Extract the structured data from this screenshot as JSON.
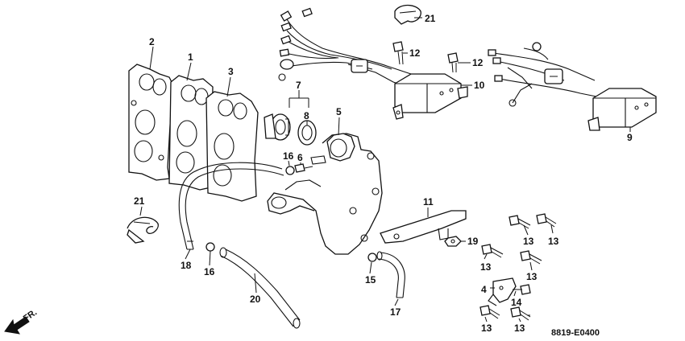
{
  "diagram": {
    "callouts": {
      "c1": "1",
      "c2": "2",
      "c3": "3",
      "c4": "4",
      "c5": "5",
      "c6": "6",
      "c7": "7",
      "c8": "8",
      "c9": "9",
      "c10": "10",
      "c11": "11",
      "c12a": "12",
      "c12b": "12",
      "c13a": "13",
      "c13b": "13",
      "c13c": "13",
      "c13d": "13",
      "c13e": "13",
      "c13f": "13",
      "c14": "14",
      "c15": "15",
      "c16a": "16",
      "c16b": "16",
      "c17": "17",
      "c18": "18",
      "c19": "19",
      "c20": "20",
      "c21a": "21",
      "c21b": "21"
    },
    "direction_label": "FR.",
    "diagram_code": "8819-E0400"
  }
}
